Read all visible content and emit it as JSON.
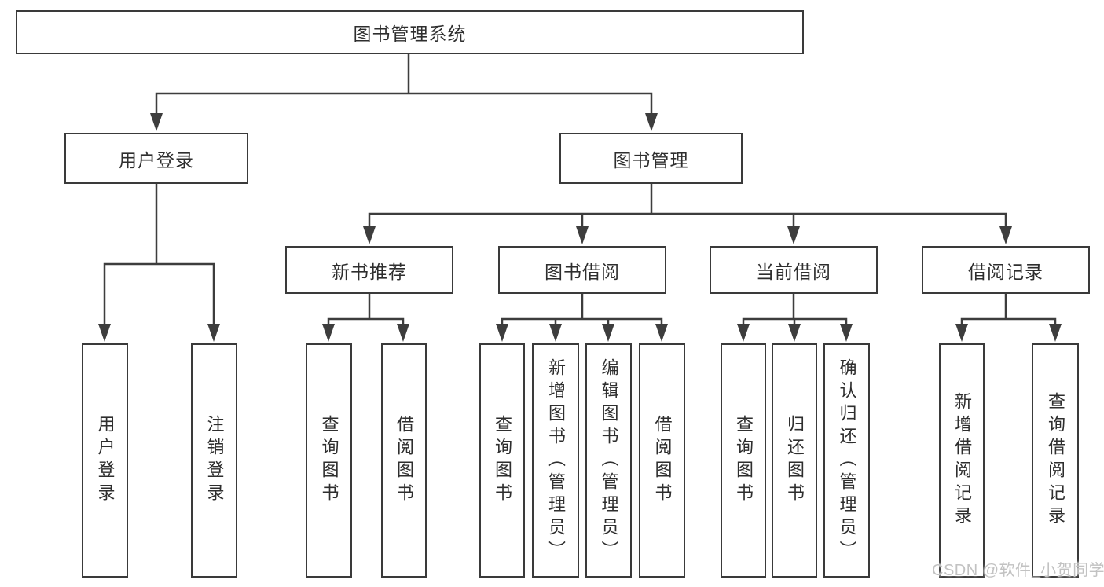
{
  "tree": {
    "root": {
      "label": "图书管理系统"
    },
    "branches": [
      {
        "label": "用户登录",
        "children": [
          {
            "label": "用户登录"
          },
          {
            "label": "注销登录"
          }
        ]
      },
      {
        "label": "图书管理",
        "children": [
          {
            "label": "新书推荐",
            "children": [
              {
                "label": "查询图书"
              },
              {
                "label": "借阅图书"
              }
            ]
          },
          {
            "label": "图书借阅",
            "children": [
              {
                "label": "查询图书"
              },
              {
                "label": "新增图书（管理员）"
              },
              {
                "label": "编辑图书（管理员）"
              },
              {
                "label": "借阅图书"
              }
            ]
          },
          {
            "label": "当前借阅",
            "children": [
              {
                "label": "查询图书"
              },
              {
                "label": "归还图书"
              },
              {
                "label": "确认归还（管理员）"
              }
            ]
          },
          {
            "label": "借阅记录",
            "children": [
              {
                "label": "新增借阅记录"
              },
              {
                "label": "查询借阅记录"
              }
            ]
          }
        ]
      }
    ]
  },
  "watermark": "CSDN @软件_小贺同学",
  "colors": {
    "line": "#3d3d3d",
    "box_border": "#3a3a3a",
    "text": "#2e2e2e",
    "background": "#ffffff",
    "watermark": "#c2c2c2"
  }
}
